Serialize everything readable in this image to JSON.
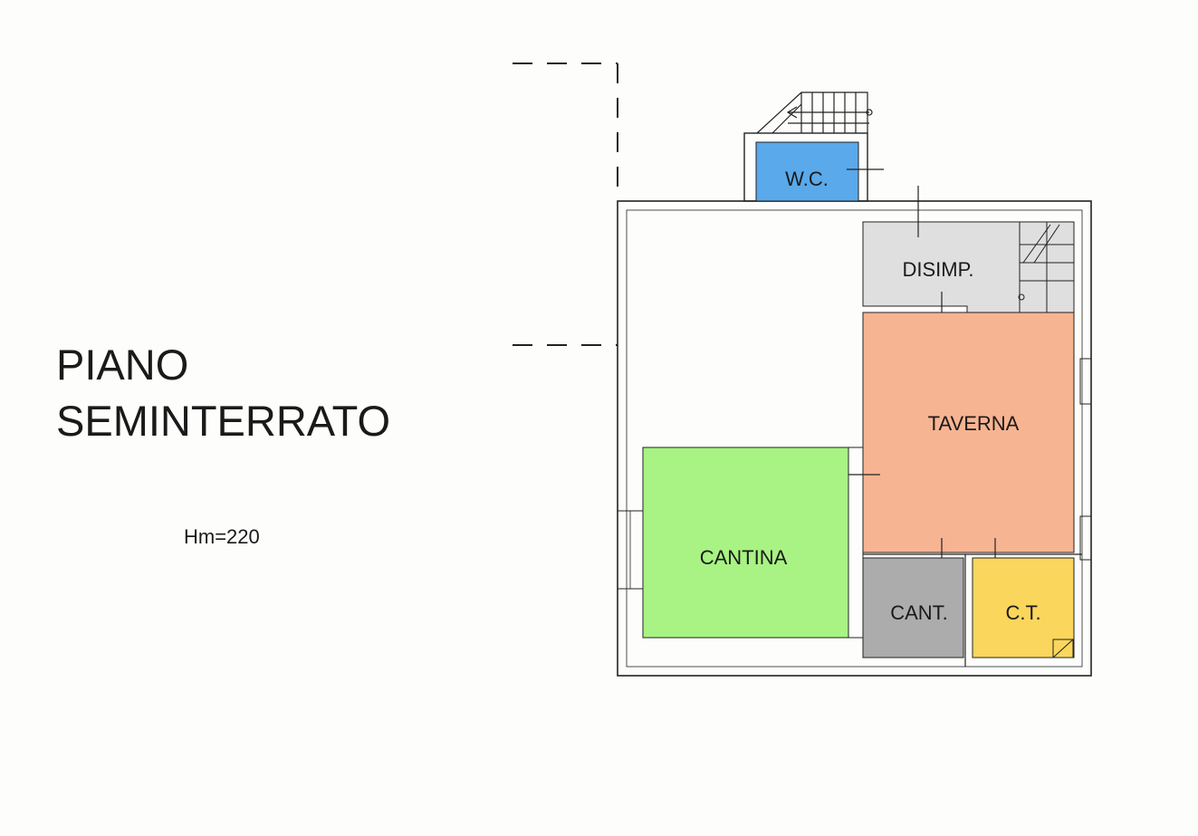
{
  "title": {
    "line1": "PIANO",
    "line2": "SEMINTERRATO"
  },
  "height_note": "Hm=220",
  "rooms": {
    "wc": {
      "label": "W.C.",
      "color": "#5aa9ea"
    },
    "disimp": {
      "label": "DISIMP.",
      "color": "#dfdfdf"
    },
    "taverna": {
      "label": "TAVERNA",
      "color": "#f7b492"
    },
    "cantina": {
      "label": "CANTINA",
      "color": "#a8f383"
    },
    "cant": {
      "label": "CANT.",
      "color": "#acacac"
    },
    "ct": {
      "label": "C.T.",
      "color": "#fad65c"
    }
  }
}
